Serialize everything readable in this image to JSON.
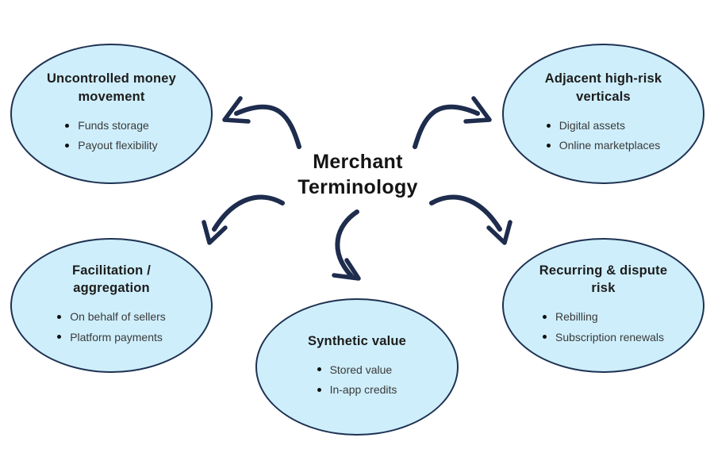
{
  "title": "Merchant Terminology",
  "colors": {
    "background": "#FFFFFF",
    "node_fill": "#CEEEFB",
    "node_border": "#1E3252",
    "arrow": "#1E2C4D",
    "center_title_text": "#141414",
    "node_title_text": "#1C1C1C",
    "bullet_text": "#3A3A3A"
  },
  "nodes": [
    {
      "id": "uncontrolled-money-movement",
      "title": "Uncontrolled money movement",
      "bullets": [
        "Funds storage",
        "Payout flexibility"
      ]
    },
    {
      "id": "adjacent-high-risk-verticals",
      "title": "Adjacent high-risk verticals",
      "bullets": [
        "Digital assets",
        "Online marketplaces"
      ]
    },
    {
      "id": "facilitation-aggregation",
      "title": "Facilitation / aggregation",
      "bullets": [
        "On behalf of sellers",
        "Platform payments"
      ]
    },
    {
      "id": "synthetic-value",
      "title": "Synthetic value",
      "bullets": [
        "Stored value",
        "In-app credits"
      ]
    },
    {
      "id": "recurring-dispute-risk",
      "title": "Recurring & dispute risk",
      "bullets": [
        "Rebilling",
        "Subscription renewals"
      ]
    }
  ],
  "arrows": [
    {
      "from": "center",
      "to": "uncontrolled-money-movement"
    },
    {
      "from": "center",
      "to": "adjacent-high-risk-verticals"
    },
    {
      "from": "center",
      "to": "facilitation-aggregation"
    },
    {
      "from": "center",
      "to": "synthetic-value"
    },
    {
      "from": "center",
      "to": "recurring-dispute-risk"
    }
  ]
}
